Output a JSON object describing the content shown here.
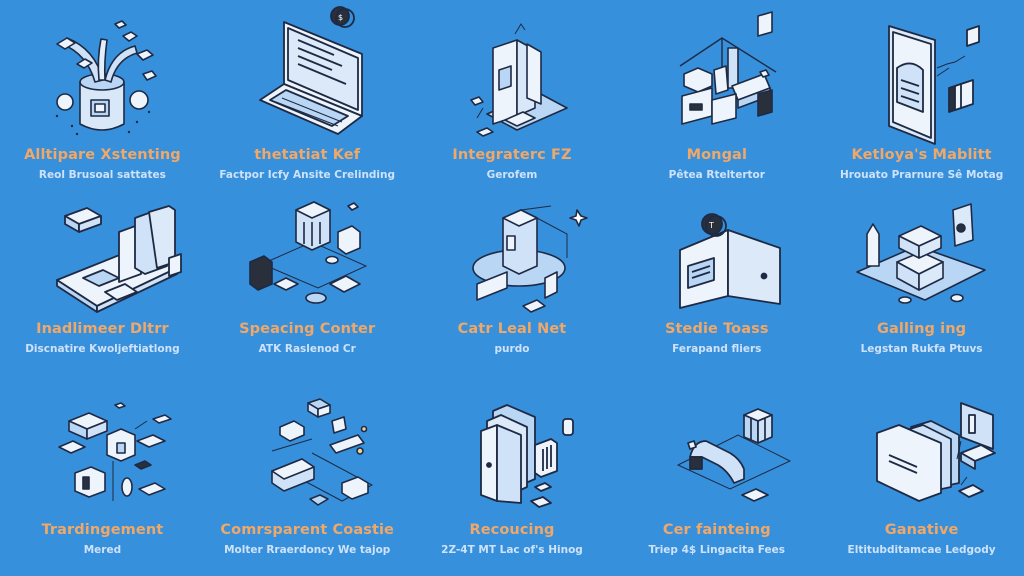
{
  "theme": {
    "background": "#3790dc",
    "title_color": "#f0a868",
    "subtitle_color": "#dbeafe",
    "icon_stroke": "#1e2a44",
    "icon_fill_light": "#eef4fc",
    "icon_fill_mid": "#b9d6f4",
    "icon_fill_dark": "#2a2f3c"
  },
  "tiles": [
    {
      "title": "Alltipare Xstenting",
      "subtitle": "Reol Brusoal sattates",
      "icon": "paper-burst-cup-icon"
    },
    {
      "title": "thetatiat Kef",
      "subtitle": "Factpor Icfy Ansite Crelinding",
      "icon": "laptop-icon"
    },
    {
      "title": "Integraterc FZ",
      "subtitle": "Gerofem",
      "icon": "server-stack-icon"
    },
    {
      "title": "Mongal",
      "subtitle": "Pêtea Rteltertor",
      "icon": "room-devices-icon"
    },
    {
      "title": "Ketloya's Mablitt",
      "subtitle": "Hrouato Prarnure Sê Motag",
      "icon": "tablet-document-icon"
    },
    {
      "title": "Inadlimeer Dltrr",
      "subtitle": "Discnatire Kwoljeftiatlong",
      "icon": "binder-tray-icon"
    },
    {
      "title": "Speacing Conter",
      "subtitle": "ATK Raslenod Cr",
      "icon": "network-hub-icon"
    },
    {
      "title": "Catr Leal Net",
      "subtitle": "purdo",
      "icon": "tower-platform-icon"
    },
    {
      "title": "Stedie Toass",
      "subtitle": "Ferapand fliers",
      "icon": "wallet-folder-icon"
    },
    {
      "title": "Galling ing",
      "subtitle": "Legstan Rukfa Ptuvs",
      "icon": "stacked-boxes-icon"
    },
    {
      "title": "Trardingement",
      "subtitle": "Mered",
      "icon": "scattered-blocks-icon"
    },
    {
      "title": "Comrsparent Coastie",
      "subtitle": "Molter Rraerdoncy We tajop",
      "icon": "modules-connect-icon"
    },
    {
      "title": "Recoucing",
      "subtitle": "2Z-4T MT Lac of's Hinog",
      "icon": "file-cabinet-icon"
    },
    {
      "title": "Cer fainteing",
      "subtitle": "Triep 4$ Lingacita Fees",
      "icon": "conveyor-giftbox-icon"
    },
    {
      "title": "Ganative",
      "subtitle": "Eltitubditamcae Ledgody",
      "icon": "cards-screen-icon"
    }
  ]
}
